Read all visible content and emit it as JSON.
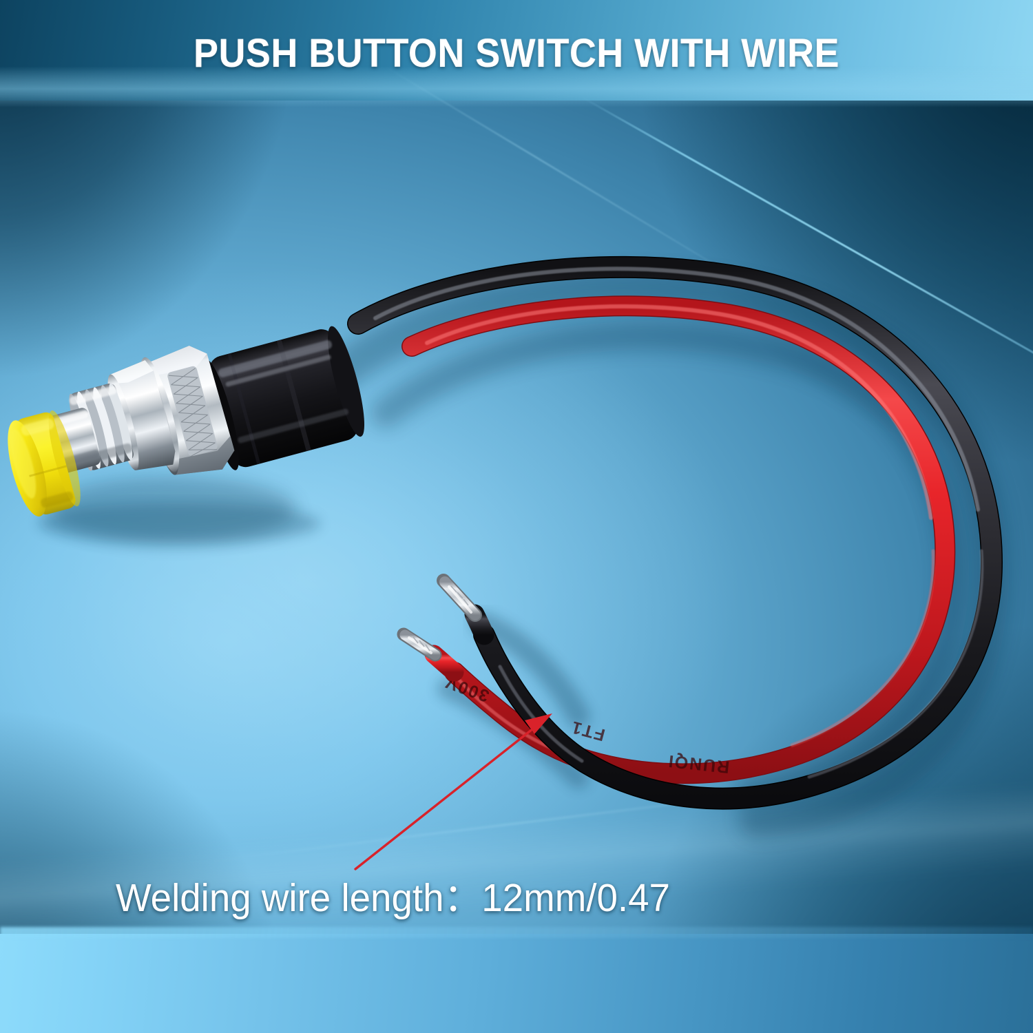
{
  "banner": {
    "title": "PUSH BUTTON SWITCH WITH WIRE",
    "title_color": "#ffffff",
    "band_color": "#2e82ab"
  },
  "caption": {
    "text": "Welding wire length：12mm/0.47",
    "color": "#ffffff"
  },
  "annotation": {
    "arrow_name": "red-arrow-pointer",
    "arrow_color": "#d9222a",
    "points_to": "tinned-wire-end-of-red-lead"
  },
  "product": {
    "name": "push-button-switch-with-wire",
    "button_cap": {
      "label": "yellow-push-button-cap",
      "color": "#f5e312"
    },
    "barrel": {
      "label": "threaded-nickel-barrel",
      "color": "#d6dade"
    },
    "hex_nut": {
      "label": "hex-mounting-nut",
      "color": "#c9ced3"
    },
    "washer": {
      "label": "lock-washer",
      "color": "#d2d7dc"
    },
    "body": {
      "label": "black-heat-shrink-body",
      "color": "#171719"
    },
    "wires": [
      {
        "name": "black-wire",
        "color": "#26262a",
        "tip": "tinned-copper-end",
        "tip_color": "#c4c9ce"
      },
      {
        "name": "red-wire",
        "color": "#e8252a",
        "tip": "tinned-copper-end",
        "tip_color": "#c4c9ce",
        "printing": "300V   FT1   RUNQI"
      }
    ]
  },
  "background": {
    "top_color": "#0b3146",
    "center_color": "#7cc6ec",
    "bottom_band_left": "#8ddbfb",
    "bottom_band_right": "#2b7099"
  }
}
